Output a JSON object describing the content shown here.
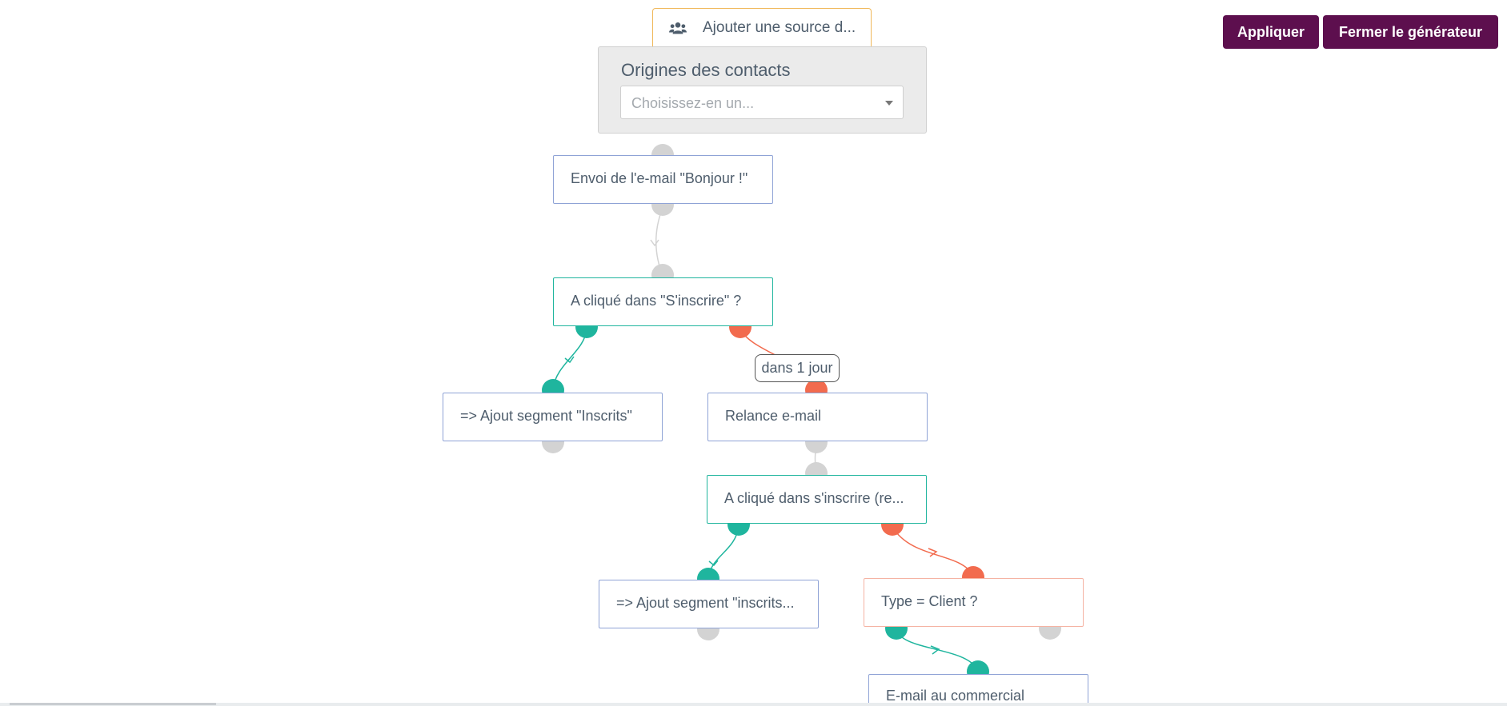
{
  "toolbar": {
    "apply_label": "Appliquer",
    "close_label": "Fermer le générateur"
  },
  "source_tab": {
    "label": "Ajouter une source d...",
    "icon": "users-icon"
  },
  "origins_panel": {
    "title": "Origines des contacts",
    "select_placeholder": "Choisissez-en un..."
  },
  "nodes": {
    "send_email": "Envoi de l'e-mail \"Bonjour !\"",
    "clicked_signup": "A cliqué dans \"S'inscrire\" ?",
    "add_segment_inscrits": "=> Ajout segment \"Inscrits\"",
    "relaunch_email": "Relance e-mail",
    "clicked_signup_relaunch": "A cliqué dans s'inscrire (re...",
    "add_segment_inscrits2": "=> Ajout segment \"inscrits...",
    "type_client": "Type = Client ?",
    "email_sales": "E-mail au commercial"
  },
  "link_labels": {
    "delay": "dans 1 jour"
  },
  "colors": {
    "brand": "#5d0f4e",
    "yes": "#1fb59e",
    "no": "#f26b4e",
    "neutral": "#d3d3d3",
    "action_border": "#8fa3d6",
    "source_border": "#f0b85a"
  }
}
